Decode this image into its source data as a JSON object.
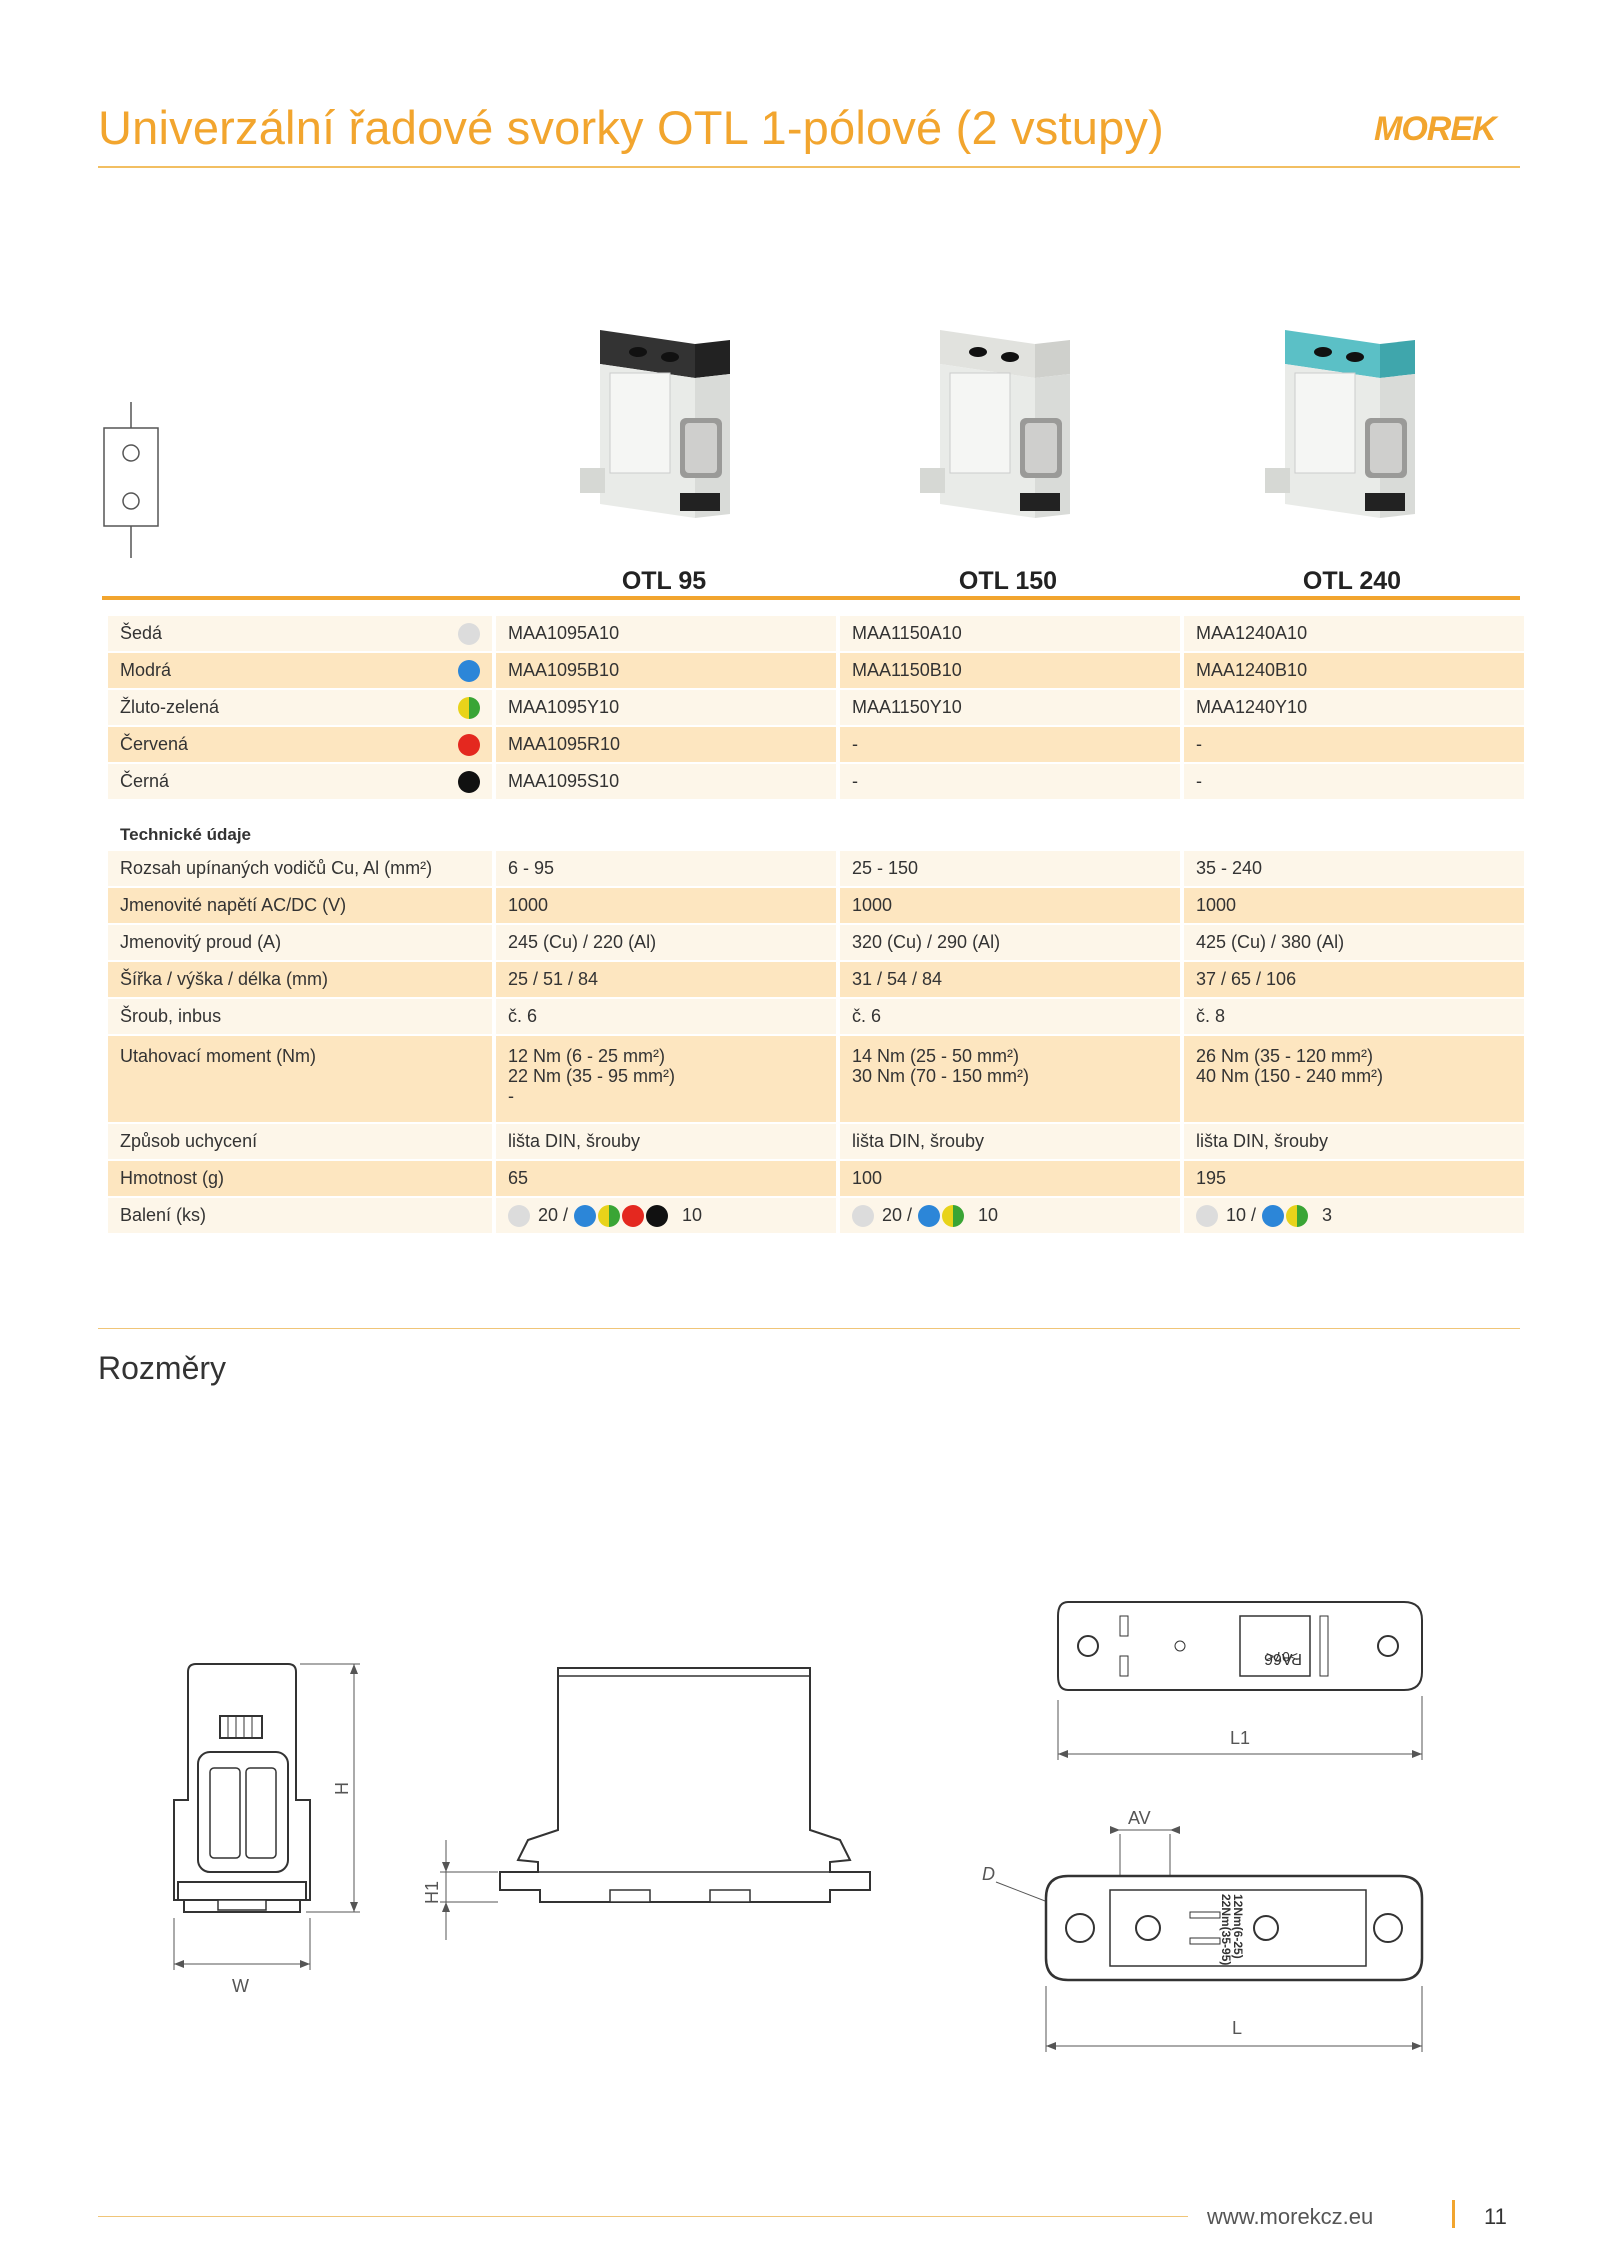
{
  "header": {
    "title": "Univerzální řadové svorky OTL 1-pólové (2 vstupy)",
    "logo_text": "MOREK"
  },
  "products": [
    {
      "name": "OTL 95",
      "top_color": "#2e2e2e"
    },
    {
      "name": "OTL 150",
      "top_color": "#e4e4e0"
    },
    {
      "name": "OTL 240",
      "top_color": "#55b9bf"
    }
  ],
  "colors": {
    "grey": "#dcdcdc",
    "blue": "#2c86d8",
    "yellow": "#e8d31a",
    "green": "#3aa535",
    "red": "#e4281f",
    "black": "#111111",
    "accent": "#f2a52e"
  },
  "order_rows": [
    {
      "label": "Šedá",
      "dot": "grey",
      "codes": [
        "MAA1095A10",
        "MAA1150A10",
        "MAA1240A10"
      ]
    },
    {
      "label": "Modrá",
      "dot": "blue",
      "codes": [
        "MAA1095B10",
        "MAA1150B10",
        "MAA1240B10"
      ]
    },
    {
      "label": "Žluto-zelená",
      "dot": "yg",
      "codes": [
        "MAA1095Y10",
        "MAA1150Y10",
        "MAA1240Y10"
      ]
    },
    {
      "label": "Červená",
      "dot": "red",
      "codes": [
        "MAA1095R10",
        "-",
        "-"
      ]
    },
    {
      "label": "Černá",
      "dot": "black",
      "codes": [
        "MAA1095S10",
        "-",
        "-"
      ]
    }
  ],
  "tech_heading": "Technické údaje",
  "tech_rows": [
    {
      "label": "Rozsah upínaných vodičů Cu, Al (mm²)",
      "values": [
        "6 - 95",
        "25 - 150",
        "35 - 240"
      ]
    },
    {
      "label": "Jmenovité napětí AC/DC (V)",
      "values": [
        "1000",
        "1000",
        "1000"
      ]
    },
    {
      "label": "Jmenovitý proud (A)",
      "values": [
        "245 (Cu) / 220 (Al)",
        "320 (Cu) / 290 (Al)",
        "425 (Cu) / 380 (Al)"
      ]
    },
    {
      "label": "Šířka / výška / délka (mm)",
      "values": [
        "25 / 51 / 84",
        "31 / 54 / 84",
        "37 / 65 / 106"
      ]
    },
    {
      "label": "Šroub, inbus",
      "values": [
        "č. 6",
        "č. 6",
        "č. 8"
      ]
    }
  ],
  "torque_row": {
    "label": "Utahovací moment (Nm)",
    "values": [
      [
        "12 Nm (6 - 25 mm²)",
        "22 Nm (35 - 95 mm²)",
        "-"
      ],
      [
        "14 Nm (25 - 50 mm²)",
        "30 Nm (70 - 150 mm²)"
      ],
      [
        "26 Nm (35 - 120 mm²)",
        "40 Nm (150 - 240 mm²)"
      ]
    ]
  },
  "tech_rows2": [
    {
      "label": "Způsob uchycení",
      "values": [
        "lišta DIN, šrouby",
        "lišta DIN, šrouby",
        "lišta DIN, šrouby"
      ]
    },
    {
      "label": "Hmotnost (g)",
      "values": [
        "65",
        "100",
        "195"
      ]
    }
  ],
  "packing": {
    "label": "Balení (ks)",
    "cells": [
      {
        "qty1": "20 /",
        "qty2": "10"
      },
      {
        "qty1": "20 /",
        "qty2": "10"
      },
      {
        "qty1": "10 /",
        "qty2": "3"
      }
    ]
  },
  "dimensions": {
    "title": "Rozměry",
    "labels": {
      "h": "H",
      "w": "W",
      "h1": "H1",
      "l1": "L1",
      "av": "AV",
      "d": "D",
      "l": "L"
    },
    "stamp_pa": "PA66",
    "stamp_num": ">07<",
    "plate_text1": "12Nm(6-25)",
    "plate_text2": "22Nm(35-95)"
  },
  "footer": {
    "url": "www.morekcz.eu",
    "page": "11"
  }
}
